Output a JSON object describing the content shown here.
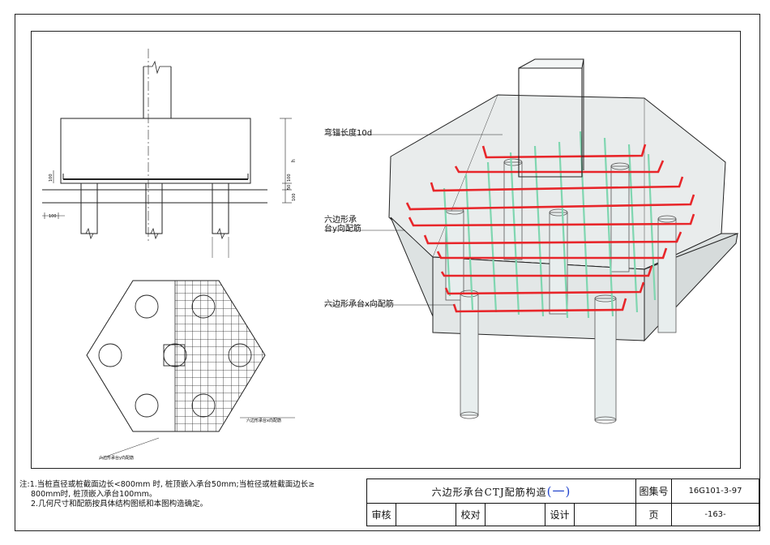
{
  "labels": {
    "anchor_length": "弯锚长度10d",
    "y_rebar_line1": "六边形承",
    "y_rebar_line2": "台y向配筋",
    "x_rebar": "六边形承台x向配筋",
    "plan_rebar_right": "六边形承台x向配筋",
    "plan_rebar_bottom": "六边形承台y向配筋"
  },
  "dims": {
    "h": "h",
    "d100a": "100",
    "d100b": "100",
    "d50": "50",
    "d100c": "100",
    "left100": "100"
  },
  "notes": {
    "line1": "注:1.当桩直径或桩截面边长<800mm 时, 桩顶嵌入承台50mm;当桩径或桩截面边长≥",
    "line2": "800mm时, 桩顶嵌入承台100mm。",
    "line3": "2.几何尺寸和配筋按具体结构图纸和本图构造确定。"
  },
  "title_block": {
    "title_main": "六边形承台CTJ配筋构造",
    "title_suffix": "(一)",
    "atlas_label": "图集号",
    "atlas_value": "16G101-3-97",
    "review_label": "审核",
    "check_label": "校对",
    "design_label": "设计",
    "page_label": "页",
    "page_value": "-163-"
  }
}
